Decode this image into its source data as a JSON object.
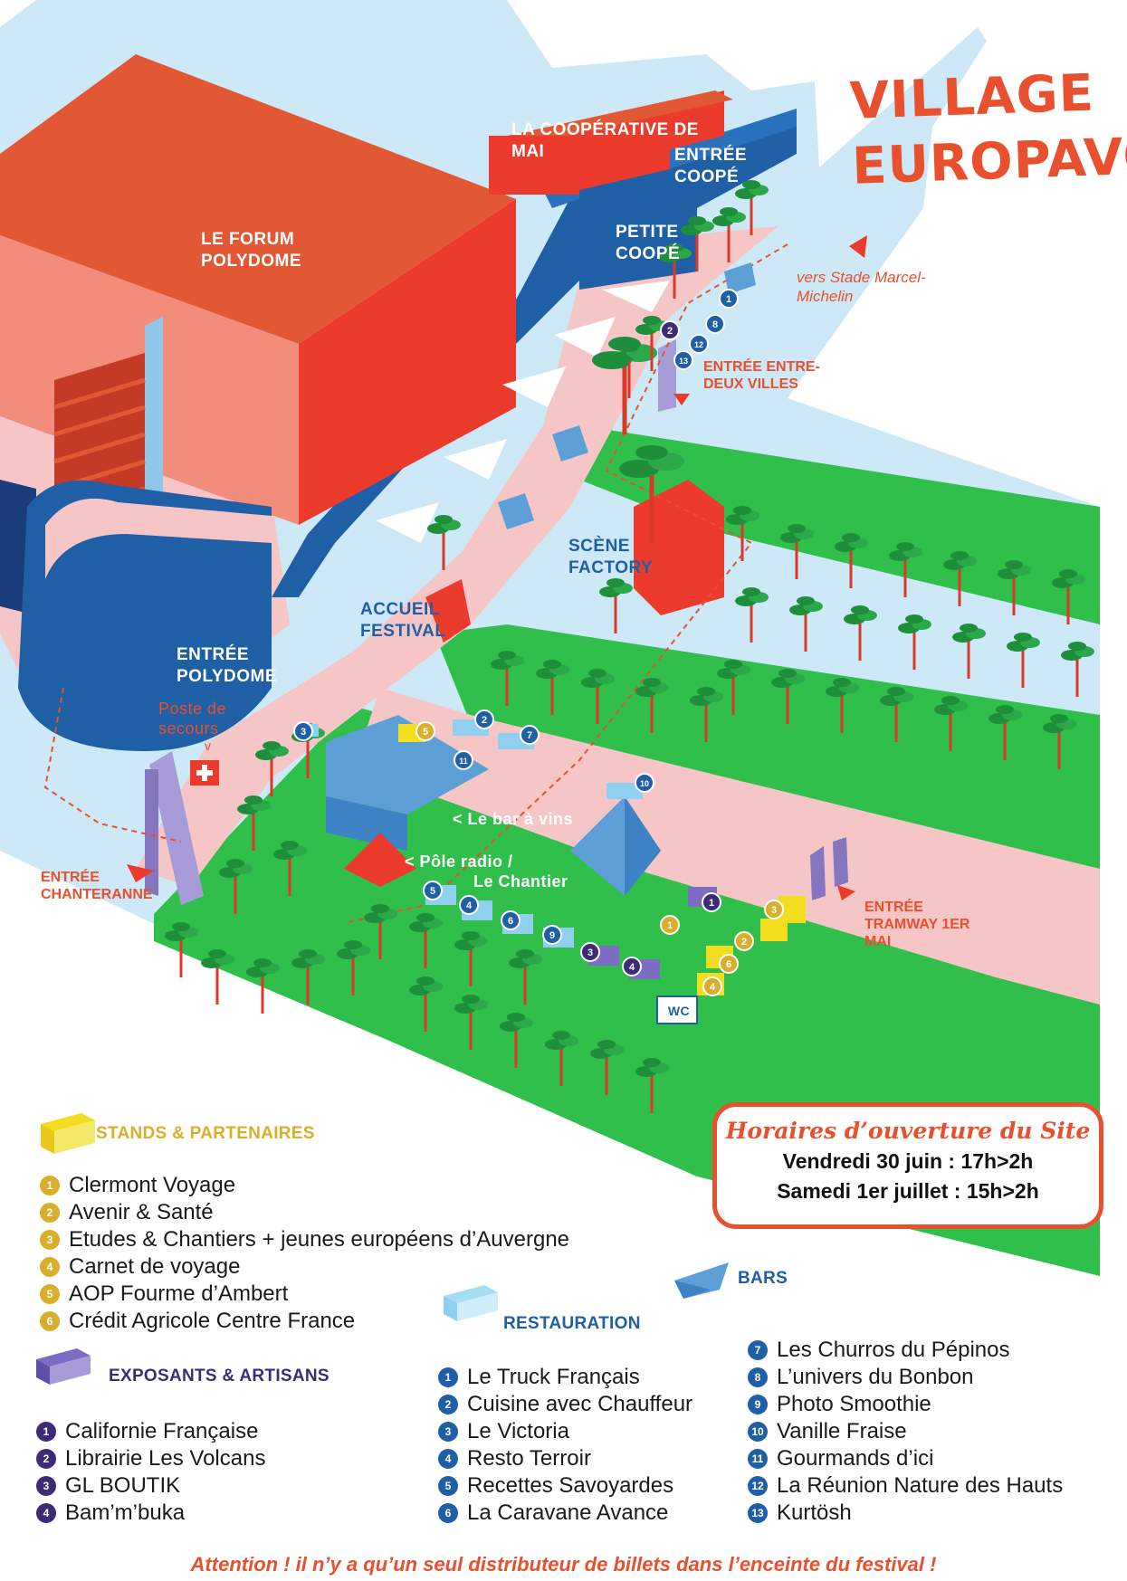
{
  "title": {
    "line1": "VILLAGE",
    "line2": "EUROPAVOX"
  },
  "buildings": {
    "forum": "LE FORUM POLYDOME",
    "cooperative": "LA COOPÉRATIVE DE MAI",
    "entree_coope": "ENTRÉE COOPÉ",
    "petite_coope": "PETITE COOPÉ",
    "scene_factory": "SCÈNE FACTORY",
    "accueil": "ACCUEIL FESTIVAL",
    "entree_polydome": "ENTRÉE POLYDOME",
    "poste_secours": "Poste de secours",
    "poste_secours_arrow": "v",
    "bar_vins": "< Le bar à vins",
    "pole_radio": "< Pôle radio /",
    "le_chantier": "Le Chantier",
    "wc": "WC"
  },
  "entrances": {
    "stade": "vers Stade Marcel-Michelin",
    "entre_deux": "ENTRÉE ENTRE-DEUX VILLES",
    "chanteranne": "ENTRÉE CHANTERANNE",
    "tramway": "ENTRÉE TRAMWAY 1ER MAI"
  },
  "hours": {
    "title": "Horaires d’ouverture du Site",
    "line1": "Vendredi 30 juin : 17h>2h",
    "line2": "Samedi 1er juillet : 15h>2h"
  },
  "legend": {
    "stands": {
      "heading": "STANDS & PARTENAIRES",
      "items": [
        {
          "n": "1",
          "label": "Clermont Voyage"
        },
        {
          "n": "2",
          "label": "Avenir & Santé"
        },
        {
          "n": "3",
          "label": "Etudes & Chantiers + jeunes européens d’Auvergne"
        },
        {
          "n": "4",
          "label": "Carnet de voyage"
        },
        {
          "n": "5",
          "label": "AOP Fourme d’Ambert"
        },
        {
          "n": "6",
          "label": "Crédit Agricole Centre France"
        }
      ]
    },
    "exposants": {
      "heading": "EXPOSANTS & ARTISANS",
      "items": [
        {
          "n": "1",
          "label": "Californie Française"
        },
        {
          "n": "2",
          "label": "Librairie Les Volcans"
        },
        {
          "n": "3",
          "label": "GL BOUTIK"
        },
        {
          "n": "4",
          "label": "Bam’m’buka"
        }
      ]
    },
    "bars": {
      "heading": "BARS"
    },
    "restauration": {
      "heading": "RESTAURATION",
      "items": [
        {
          "n": "1",
          "label": "Le Truck Français"
        },
        {
          "n": "2",
          "label": "Cuisine avec Chauffeur"
        },
        {
          "n": "3",
          "label": "Le Victoria"
        },
        {
          "n": "4",
          "label": "Resto Terroir"
        },
        {
          "n": "5",
          "label": "Recettes Savoyardes"
        },
        {
          "n": "6",
          "label": "La Caravane Avance"
        },
        {
          "n": "7",
          "label": "Les Churros du Pépinos"
        },
        {
          "n": "8",
          "label": "L’univers du Bonbon"
        },
        {
          "n": "9",
          "label": "Photo Smoothie"
        },
        {
          "n": "10",
          "label": "Vanille Fraise"
        },
        {
          "n": "11",
          "label": "Gourmands d’ici"
        },
        {
          "n": "12",
          "label": "La Réunion Nature des Hauts"
        },
        {
          "n": "13",
          "label": "Kurtösh"
        }
      ]
    }
  },
  "footer": "Attention ! il n’y a qu’un seul distributeur de billets dans l’enceinte du festival !",
  "colors": {
    "orange": "#e8502e",
    "red": "#ec3b2c",
    "blue": "#1f5fa6",
    "lightblue": "#cde8f6",
    "pink": "#f6c6c6",
    "green": "#2fbf4a",
    "yellow": "#f2de1e",
    "purple": "#3d2b78"
  }
}
